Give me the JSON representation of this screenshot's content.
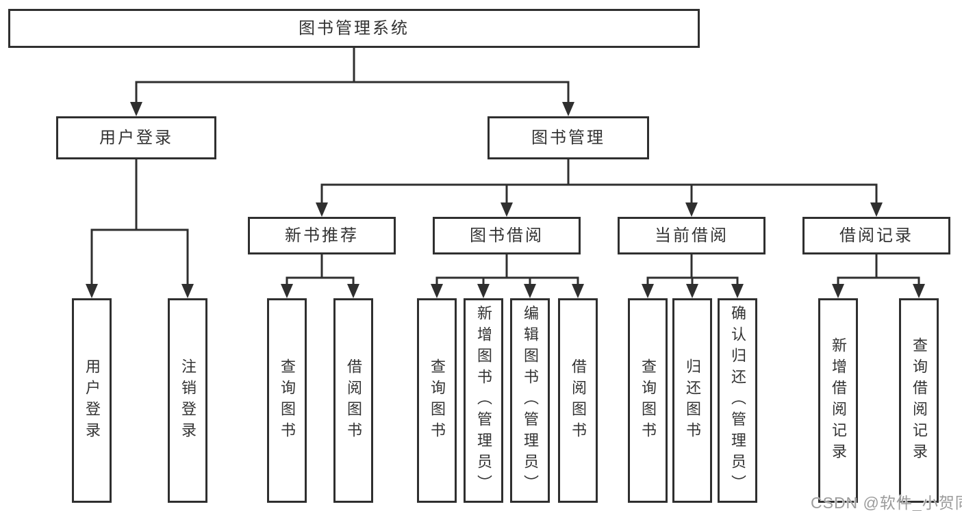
{
  "tree": {
    "label": "图书管理系统",
    "children": [
      {
        "label": "用户登录",
        "children": [
          {
            "label": "用户登录"
          },
          {
            "label": "注销登录"
          }
        ]
      },
      {
        "label": "图书管理",
        "children": [
          {
            "label": "新书推荐",
            "children": [
              {
                "label": "查询图书"
              },
              {
                "label": "借阅图书"
              }
            ]
          },
          {
            "label": "图书借阅",
            "children": [
              {
                "label": "查询图书"
              },
              {
                "label": "新增图书（管理员）"
              },
              {
                "label": "编辑图书（管理员）"
              },
              {
                "label": "借阅图书"
              }
            ]
          },
          {
            "label": "当前借阅",
            "children": [
              {
                "label": "查询图书"
              },
              {
                "label": "归还图书"
              },
              {
                "label": "确认归还（管理员）"
              }
            ]
          },
          {
            "label": "借阅记录",
            "children": [
              {
                "label": "新增借阅记录"
              },
              {
                "label": "查询借阅记录"
              }
            ]
          }
        ]
      }
    ]
  },
  "watermark": {
    "text": "CSDN @软件_小贺同学"
  },
  "colors": {
    "line": "#2f2f2f",
    "box_border": "#2f2f2f",
    "text": "#333333",
    "watermark": "#9b9b9b",
    "background": "#ffffff"
  }
}
